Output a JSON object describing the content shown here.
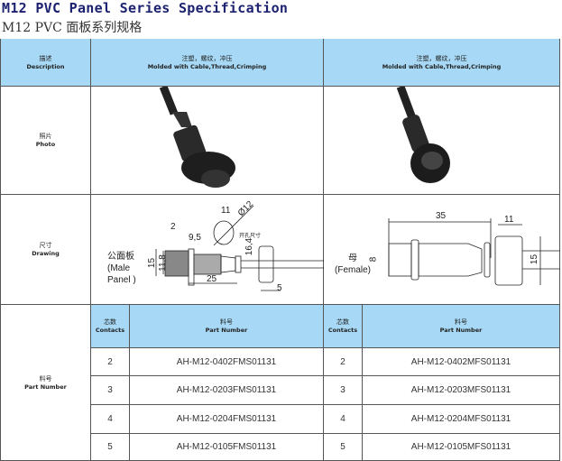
{
  "title_en": "M12 PVC Panel Series Specification",
  "title_cn": "M12 PVC 面板系列规格",
  "header": {
    "desc_cn": "描述",
    "desc_en": "Description",
    "col1_cn": "注塑，螺纹，冲压",
    "col1_en": "Molded with Cable,Thread,Crimping",
    "col2_cn": "注塑，螺纹，冲压",
    "col2_en": "Molded with Cable,Thread,Crimping"
  },
  "photo_row": {
    "cn": "照片",
    "en": "Photo"
  },
  "drawing_row": {
    "cn": "尺寸",
    "en": "Drawing",
    "male": {
      "label_cn": "公面板",
      "label_en1": "(Male",
      "label_en2": "Panel )",
      "d2": "2",
      "d95": "9,5",
      "d11": "11",
      "d12": "Ø12",
      "hole": "开孔尺寸",
      "d15": "15",
      "d118": "11,8",
      "d164": "16,4",
      "d25": "25",
      "d5": "5"
    },
    "female": {
      "label_cn": "母",
      "label_en": "(Female)",
      "d35": "35",
      "d11": "11",
      "d8": "8",
      "d15": "15"
    }
  },
  "part_row": {
    "cn": "料号",
    "en": "Part Number",
    "contacts_cn": "芯数",
    "contacts_en": "Contacts",
    "pn_cn": "料号",
    "pn_en": "Part Number",
    "rows": [
      {
        "c1": "2",
        "p1": "AH-M12-0402FMS01131",
        "c2": "2",
        "p2": "AH-M12-0402MFS01131"
      },
      {
        "c1": "3",
        "p1": "AH-M12-0203FMS01131",
        "c2": "3",
        "p2": "AH-M12-0203MFS01131"
      },
      {
        "c1": "4",
        "p1": "AH-M12-0204FMS01131",
        "c2": "4",
        "p2": "AH-M12-0204MFS01131"
      },
      {
        "c1": "5",
        "p1": "AH-M12-0105FMS01131",
        "c2": "5",
        "p2": "AH-M12-0105MFS01131"
      }
    ]
  }
}
